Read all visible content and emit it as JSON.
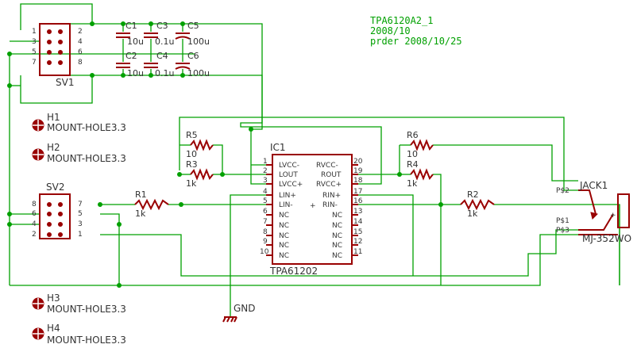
{
  "title": {
    "line1": "TPA6120A2_1",
    "line2": "2008/10",
    "line3": "prder 2008/10/25"
  },
  "colors": {
    "wire": "#00a000",
    "component": "#990000",
    "text": "#333333",
    "background": "#ffffff"
  },
  "connectors": {
    "sv1": {
      "name": "SV1",
      "pins_left": [
        "1",
        "3",
        "5",
        "7"
      ],
      "pins_right": [
        "2",
        "4",
        "6",
        "8"
      ]
    },
    "sv2": {
      "name": "SV2",
      "pins_left": [
        "8",
        "6",
        "4",
        "2"
      ],
      "pins_right": [
        "7",
        "5",
        "3",
        "1"
      ]
    }
  },
  "capacitors": [
    {
      "name": "C1",
      "value": "10u"
    },
    {
      "name": "C3",
      "value": "0.1u"
    },
    {
      "name": "C5",
      "value": "100u"
    },
    {
      "name": "C2",
      "value": "10u"
    },
    {
      "name": "C4",
      "value": "0.1u"
    },
    {
      "name": "C6",
      "value": "100u"
    }
  ],
  "resistors": [
    {
      "name": "R1",
      "value": "1k"
    },
    {
      "name": "R2",
      "value": "1k"
    },
    {
      "name": "R3",
      "value": "1k"
    },
    {
      "name": "R4",
      "value": "1k"
    },
    {
      "name": "R5",
      "value": "10"
    },
    {
      "name": "R6",
      "value": "10"
    }
  ],
  "mount_holes": [
    {
      "name": "H1",
      "value": "MOUNT-HOLE3.3"
    },
    {
      "name": "H2",
      "value": "MOUNT-HOLE3.3"
    },
    {
      "name": "H3",
      "value": "MOUNT-HOLE3.3"
    },
    {
      "name": "H4",
      "value": "MOUNT-HOLE3.3"
    }
  ],
  "ic": {
    "name": "IC1",
    "value": "TPA61202",
    "left_pins": [
      {
        "num": "1",
        "label": "LVCC-"
      },
      {
        "num": "2",
        "label": "LOUT"
      },
      {
        "num": "3",
        "label": "LVCC+"
      },
      {
        "num": "4",
        "label": "LIN+"
      },
      {
        "num": "5",
        "label": "LIN-"
      },
      {
        "num": "6",
        "label": "NC"
      },
      {
        "num": "7",
        "label": "NC"
      },
      {
        "num": "8",
        "label": "NC"
      },
      {
        "num": "9",
        "label": "NC"
      },
      {
        "num": "10",
        "label": "NC"
      }
    ],
    "right_pins": [
      {
        "num": "20",
        "label": "RVCC-"
      },
      {
        "num": "19",
        "label": "ROUT"
      },
      {
        "num": "18",
        "label": "RVCC+"
      },
      {
        "num": "17",
        "label": "RIN+"
      },
      {
        "num": "16",
        "label": "RIN-"
      },
      {
        "num": "13",
        "label": "NC"
      },
      {
        "num": "14",
        "label": "NC"
      },
      {
        "num": "15",
        "label": "NC"
      },
      {
        "num": "12",
        "label": "NC"
      },
      {
        "num": "11",
        "label": "NC"
      }
    ]
  },
  "jack": {
    "name": "JACK1",
    "value": "MJ-352WO",
    "pins": [
      "P$2",
      "P$1",
      "P$3"
    ]
  },
  "gnd": {
    "label": "GND"
  }
}
